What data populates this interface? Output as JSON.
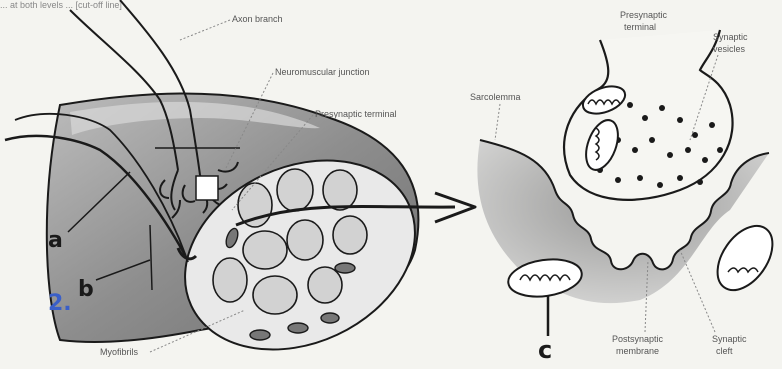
{
  "header": {
    "cutoff_caption": "... at both levels ... [cut-off line]"
  },
  "labels": {
    "axon_branch": "Axon branch",
    "neuromuscular_junction": "Neuromuscular junction",
    "presynaptic_terminal_left": "Presynaptic terminal",
    "myofibrils": "Myofibrils",
    "presynaptic_terminal_right_line1": "Presynaptic",
    "presynaptic_terminal_right_line2": "terminal",
    "synaptic_vesicles_line1": "Synaptic",
    "synaptic_vesicles_line2": "vesicles",
    "sarcolemma": "Sarcolemma",
    "postsynaptic_membrane_line1": "Postsynaptic",
    "postsynaptic_membrane_line2": "membrane",
    "synaptic_cleft_line1": "Synaptic",
    "synaptic_cleft_line2": "cleft"
  },
  "handwritten": {
    "a": "a",
    "b": "b",
    "c": "c",
    "question_number": "2."
  },
  "colors": {
    "ink": "#1a1a1a",
    "label_ink": "#555555",
    "handwriting_blue": "#3a5fc8",
    "shade": "#9a9a9a"
  }
}
